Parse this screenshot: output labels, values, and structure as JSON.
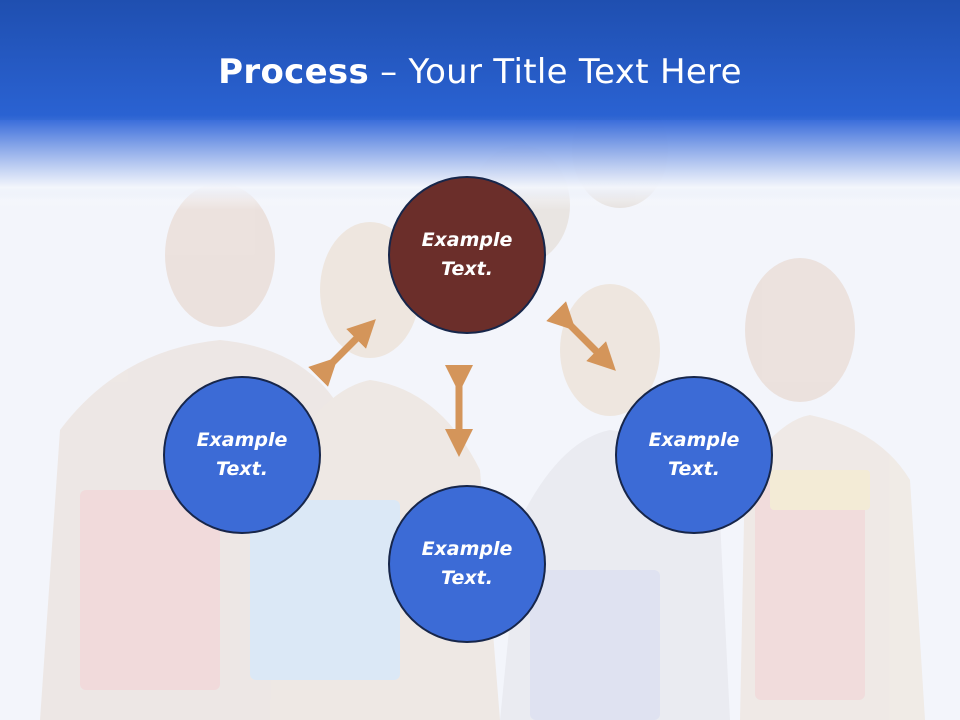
{
  "slide": {
    "title_bold": "Process",
    "title_sep": " – ",
    "title_rest": "Your Title Text Here"
  },
  "nodes": {
    "top": "Example\nText.",
    "left": "Example\nText.",
    "right": "Example\nText.",
    "bottom": "Example\nText."
  },
  "colors": {
    "header": "#2a62d2",
    "node_blue": "#3c6bd6",
    "node_brown": "#6b2e2a",
    "arrow": "#d4955a"
  }
}
